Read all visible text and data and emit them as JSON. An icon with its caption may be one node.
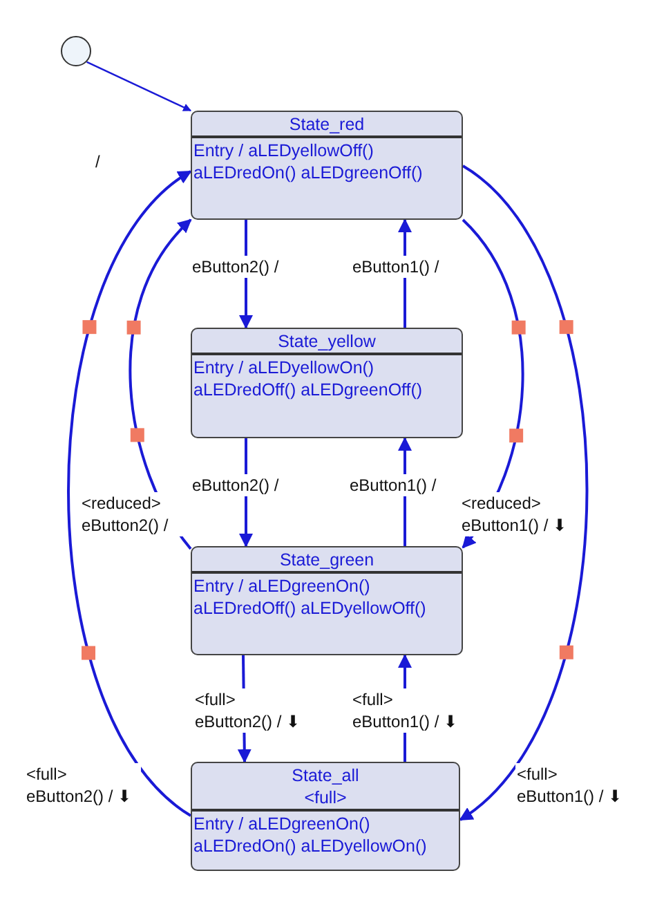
{
  "diagram": {
    "nodes": [
      {
        "text": [],
        "shape": "circle"
      },
      {
        "text": [
          "State_red",
          "Entry / aLEDyellowOff() aLEDredOn() aLEDgreenOff()"
        ]
      },
      {
        "text": [
          "State_yellow",
          "Entry / aLEDyellowOn() aLEDredOff() aLEDgreenOff()"
        ]
      },
      {
        "text": [
          "State_green",
          "Entry / aLEDgreenOn() aLEDredOff() aLEDyellowOff()"
        ]
      },
      {
        "text": [
          "State_all",
          "<full>",
          "Entry / aLEDgreenOn() aLEDredOn() aLEDyellowOn()"
        ]
      }
    ],
    "edges": [
      {
        "from": 0,
        "to": 1,
        "arrow": "to"
      },
      {
        "from": 1,
        "to": 2,
        "arrow": "to",
        "label": "eButton2() /"
      },
      {
        "from": 2,
        "to": 1,
        "arrow": "to",
        "label": "eButton1() /"
      },
      {
        "from": 2,
        "to": 3,
        "arrow": "to",
        "label": "eButton2() /"
      },
      {
        "from": 3,
        "to": 2,
        "arrow": "to",
        "label": "eButton1() /"
      },
      {
        "from": 3,
        "to": 4,
        "arrow": "to",
        "label": "<full> eButton2() / ⬇"
      },
      {
        "from": 4,
        "to": 3,
        "arrow": "to",
        "label": "<full> eButton1() / ⬇"
      },
      {
        "from": 3,
        "to": 1,
        "arrow": "to",
        "label": "<reduced> eButton2() /"
      },
      {
        "from": 1,
        "to": 3,
        "arrow": "to",
        "label": "<reduced> eButton1() / ⬇"
      },
      {
        "from": 4,
        "to": 1,
        "arrow": "to",
        "label": "<full> eButton2() / ⬇"
      },
      {
        "from": 1,
        "to": 4,
        "arrow": "to",
        "label": "<full> eButton1() / ⬇"
      }
    ],
    "labels": [
      "/"
    ]
  }
}
